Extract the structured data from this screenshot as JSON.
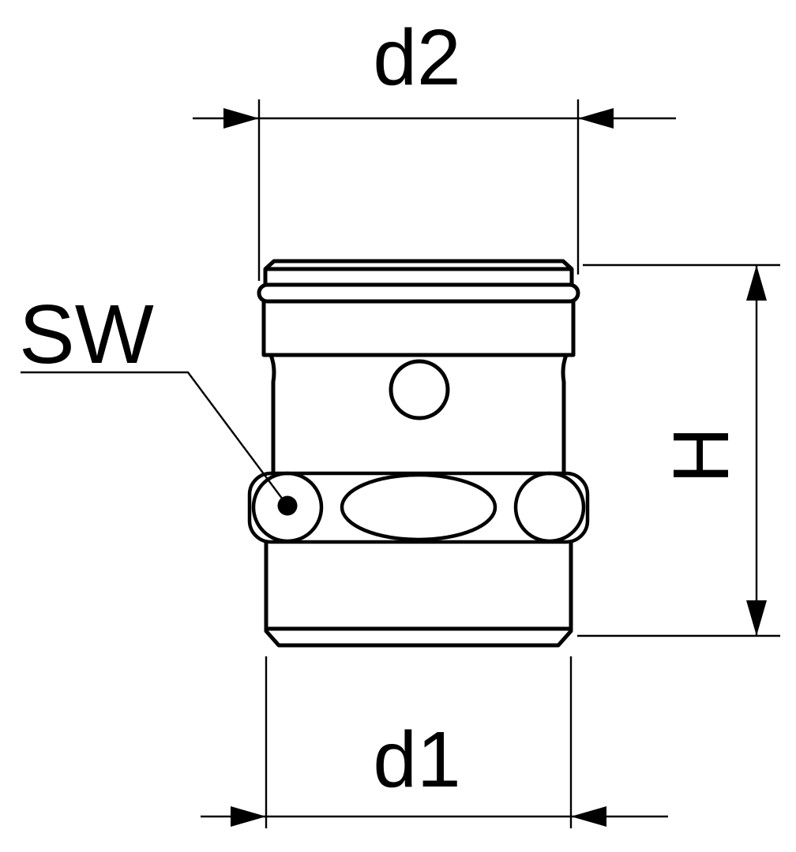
{
  "drawing": {
    "labels": {
      "top_diameter": "d2",
      "wrench_size": "SW",
      "height": "H",
      "bottom_diameter": "d1"
    },
    "colors": {
      "line": "#000000",
      "background": "#ffffff"
    }
  }
}
